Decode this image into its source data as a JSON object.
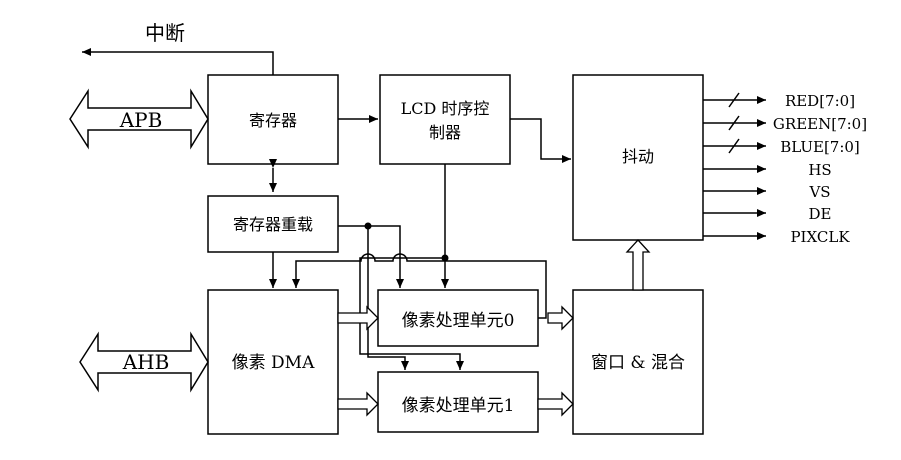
{
  "labels": {
    "interrupt": "中断",
    "apb": "APB",
    "ahb": "AHB",
    "registers": "寄存器",
    "register_reload": "寄存器重载",
    "lcd_timing_line1": "LCD 时序控",
    "lcd_timing_line2": "制器",
    "dither": "抖动",
    "pixel_dma": "像素 DMA",
    "pixel_unit_0": "像素处理单元0",
    "pixel_unit_1": "像素处理单元1",
    "window_blend": "窗口 & 混合"
  },
  "outputs": [
    "RED[7:0]",
    "GREEN[7:0]",
    "BLUE[7:0]",
    "HS",
    "VS",
    "DE",
    "PIXCLK"
  ]
}
